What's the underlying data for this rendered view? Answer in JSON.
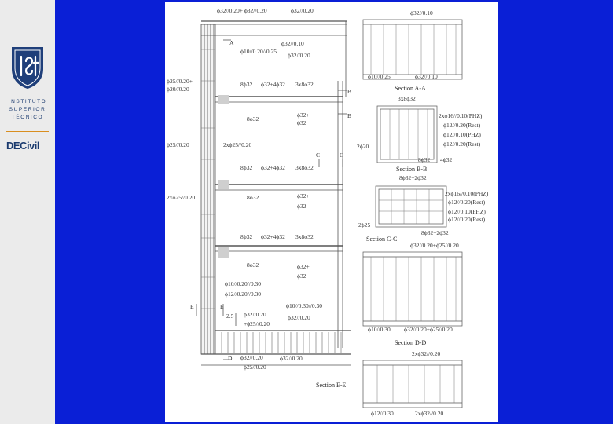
{
  "sidebar": {
    "institute_lines": [
      "INSTITUTO",
      "SUPERIOR",
      "TÉCNICO"
    ],
    "department": "DECivil"
  },
  "elevation": {
    "labels": {
      "top1": "ϕ32//0.20+ ϕ32//0.20",
      "top2": "ϕ32//0.20",
      "top3": "ϕ32//0.10",
      "top4": "ϕ10//0.20//0.25",
      "top5": "ϕ32//0.20",
      "left1": "ϕ25//0.20+",
      "left1b": "ϕ20//0.20",
      "left2": "ϕ25//0.20",
      "left3": "2xϕ25//0.20",
      "beam1": "8ϕ32",
      "beam1b": "ϕ32+4ϕ32",
      "beam1c": "3x8ϕ32",
      "beam2": "8ϕ32",
      "beam2b": "ϕ32+",
      "beam2c": "ϕ32",
      "mid1": "2xϕ25//0.20",
      "beam3": "8ϕ32",
      "beam3b": "ϕ32+4ϕ32",
      "beam3c": "3x8ϕ32",
      "beam4": "8ϕ32",
      "beam4b": "ϕ32+",
      "beam4c": "ϕ32",
      "beam5": "8ϕ32",
      "beam5b": "ϕ32+4ϕ32",
      "beam5c": "3x8ϕ32",
      "beam6": "8ϕ32",
      "beam6b": "ϕ32+",
      "beam6c": "ϕ32",
      "bot1": "ϕ10//0.20//0.30",
      "bot2": "ϕ12//0.20//0.30",
      "bot3": "ϕ10//0.30//0.30",
      "bot4": "ϕ32//0.20",
      "bot5": "+ϕ25//0.20",
      "bot6": "ϕ32//0.20",
      "bot7": "ϕ32//0.20",
      "bot8": "ϕ25//0.20",
      "bot9": "ϕ32//0.20",
      "dim": "2.5",
      "secA": "A",
      "secB": "B",
      "secC": "C",
      "secD": "D",
      "secE": "E"
    }
  },
  "sections": {
    "aa": {
      "title": "Section A-A",
      "top": "ϕ32//0.10",
      "bottom": "ϕ10//0.25",
      "bottom2": "ϕ32//0.10"
    },
    "bb": {
      "title": "Section B-B",
      "top": "3x8ϕ32",
      "r1": "2xϕ16//0.10(PHZ)",
      "r2": "ϕ12//0.20(Rest)",
      "r3": "ϕ12//0.10(PHZ)",
      "r4": "ϕ12//0.20(Rest)",
      "left": "2ϕ20",
      "bottom": "8ϕ32",
      "bottom2": "4ϕ32"
    },
    "cc": {
      "title": "Section C-C",
      "top": "8ϕ32+2ϕ32",
      "r1": "2xϕ16//0.10(PHZ)",
      "r2": "ϕ12//0.20(Rest)",
      "r3": "ϕ12//0.10(PHZ)",
      "r4": "ϕ12//0.20(Rest)",
      "left": "2ϕ25",
      "bottom": "8ϕ32+2ϕ32"
    },
    "dd": {
      "title": "Section D-D",
      "top": "ϕ32//0.20+ϕ25//0.20",
      "bottom": "ϕ10//0.30",
      "bottom2": "ϕ32//0.20+ϕ25//0.20"
    },
    "ee": {
      "title": "Section E-E",
      "top": "2xϕ32//0.20",
      "bottom": "ϕ12//0.30",
      "bottom2": "2xϕ32//0.20"
    }
  }
}
